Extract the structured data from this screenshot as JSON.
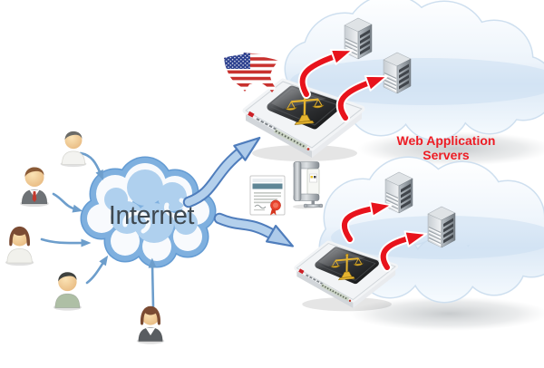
{
  "labels": {
    "internet": "Internet",
    "web_app_servers_line1": "Web Application",
    "web_app_servers_line2": "Servers"
  },
  "colors": {
    "accent_red": "#ED1C24",
    "red_arrow": "#E8131C",
    "blue_arrow_fill": "#B4D0EC",
    "blue_arrow_edge": "#4F7DBC",
    "thin_arrow_blue": "#6D9ECC",
    "internet_cloud_blue": "#7FB0DF",
    "internet_text": "#3E4850",
    "scales_gold": "#E6B42F"
  },
  "diagram": {
    "internet_cloud": {
      "label": "Internet"
    },
    "users": [
      {
        "name": "user-1",
        "variant": "male-white-shirt"
      },
      {
        "name": "user-2",
        "variant": "male-gray-suit-red-tie"
      },
      {
        "name": "user-3",
        "variant": "female-white-blouse"
      },
      {
        "name": "user-4",
        "variant": "male-green-shirt"
      },
      {
        "name": "user-5",
        "variant": "female-dark-suit"
      }
    ],
    "icons": [
      "usa-flag-map-icon",
      "ssl-certificate-icon",
      "compression-clamp-icon",
      "scales-balance-icon"
    ],
    "load_balancers": [
      {
        "name": "load-balancer-top"
      },
      {
        "name": "load-balancer-bottom"
      }
    ],
    "server_clusters": [
      {
        "name": "server-cluster-top",
        "label": "Web Application Servers",
        "servers": 2
      },
      {
        "name": "server-cluster-bottom",
        "servers": 2
      }
    ],
    "connections": {
      "users_to_internet": 5,
      "internet_to_load_balancers": 2,
      "load_balancer_to_servers": 4
    }
  }
}
